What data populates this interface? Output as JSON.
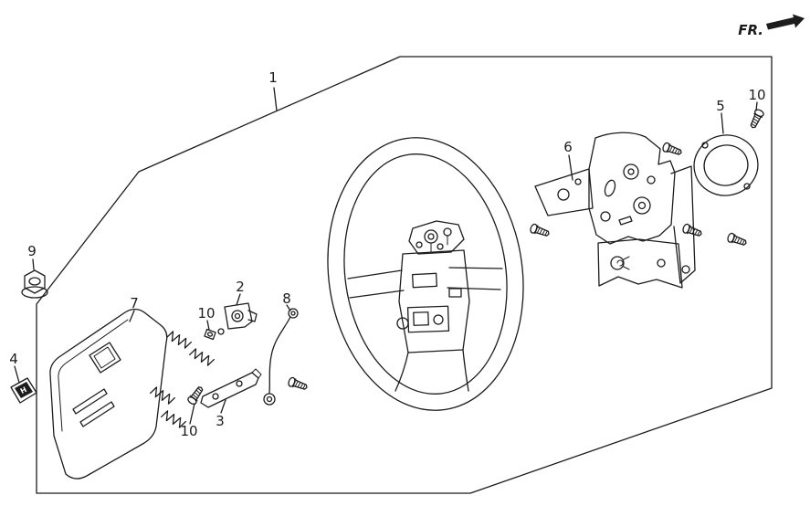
{
  "direction_label": "FR.",
  "emblem_letter": "H",
  "callouts": {
    "c1": "1",
    "c2": "2",
    "c3": "3",
    "c4": "4",
    "c5": "5",
    "c6": "6",
    "c7": "7",
    "c8": "8",
    "c9": "9",
    "c10a": "10",
    "c10b": "10",
    "c10c": "10"
  },
  "colors": {
    "line": "#1c1c1c",
    "background": "#ffffff"
  }
}
